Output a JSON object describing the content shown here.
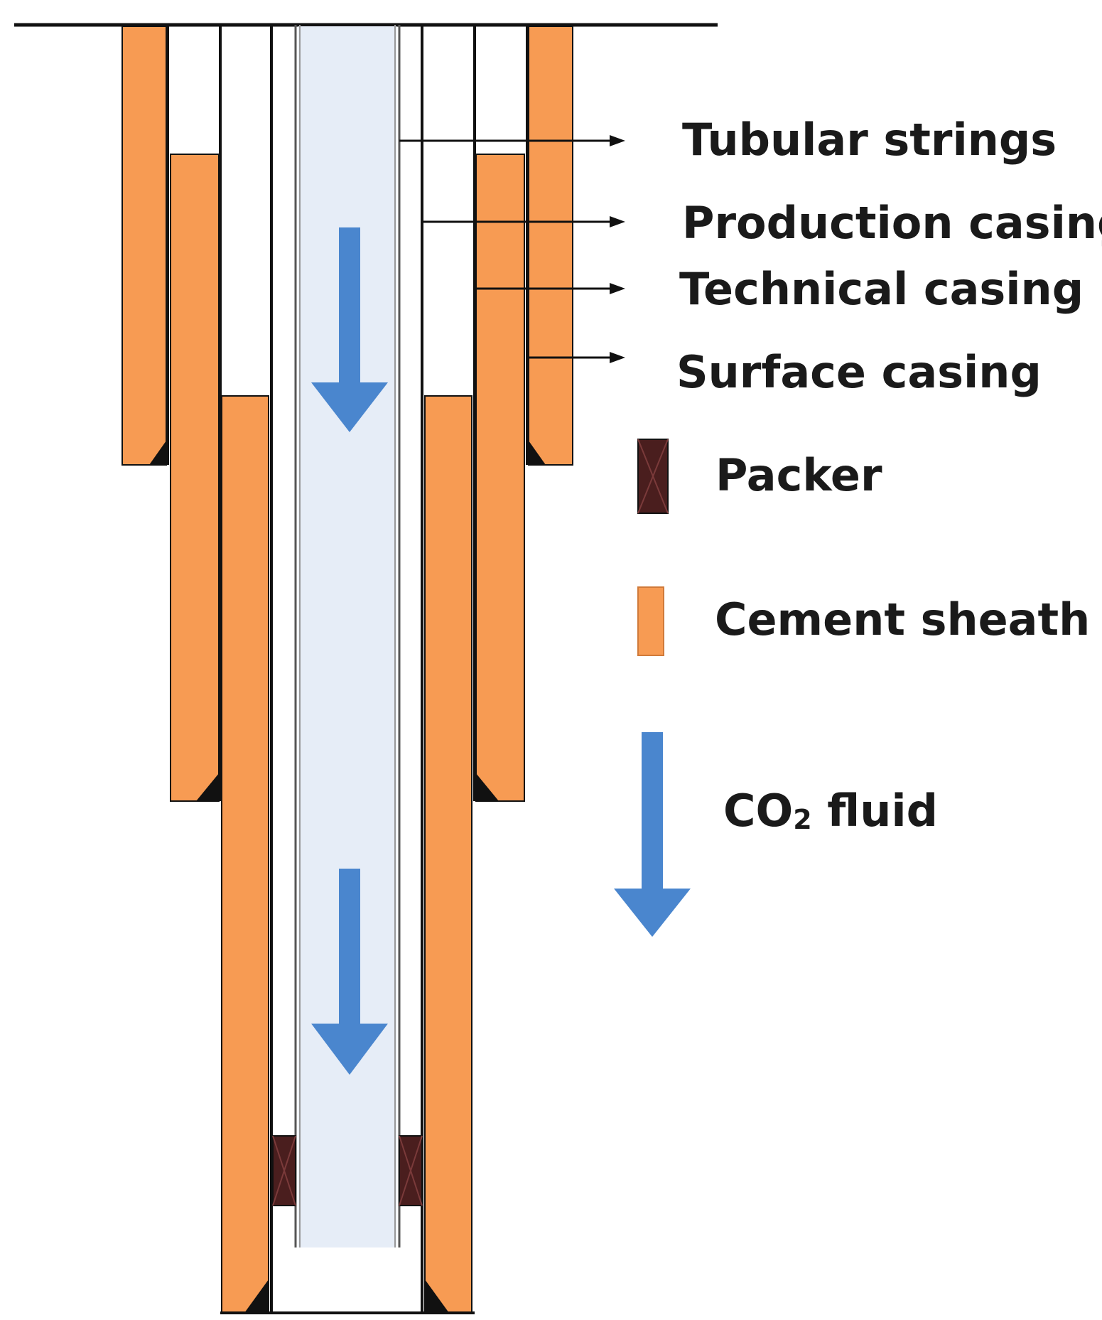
{
  "labels": {
    "tubular_strings": "Tubular strings",
    "production_casing": "Production casing",
    "technical_casing": "Technical casing",
    "surface_casing": "Surface casing"
  },
  "legend": {
    "packer": "Packer",
    "cement_sheath": "Cement sheath",
    "co2_prefix": "CO",
    "co2_sub": "2",
    "co2_suffix": " fluid"
  },
  "colors": {
    "cement": "#F79B53",
    "packer": "#4A1E1E",
    "fluid_arrow": "#4A86CE",
    "tubing_fill": "#E6EDF7",
    "line": "#111111"
  }
}
